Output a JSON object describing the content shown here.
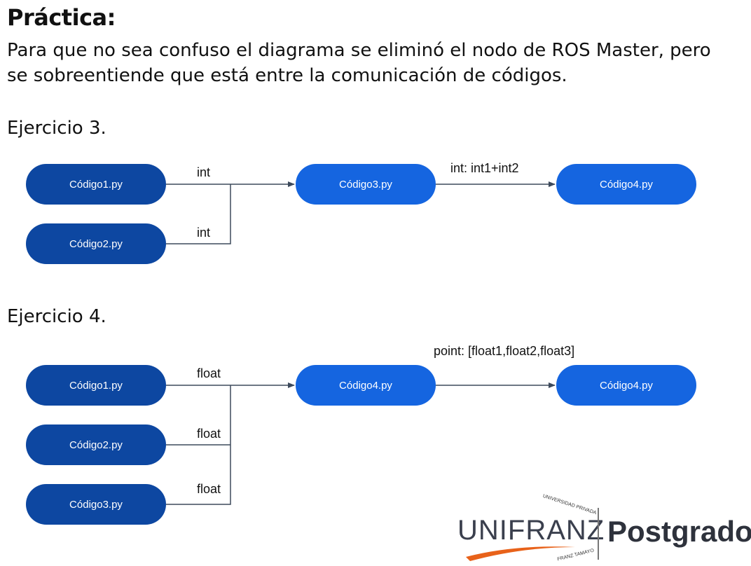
{
  "header": {
    "title": "Práctica:",
    "intro_line1": "Para que no sea confuso el diagrama se eliminó el nodo de ROS Master, pero",
    "intro_line2": "se sobreentiende que está entre la comunicación de códigos."
  },
  "exercise3": {
    "heading": "Ejercicio 3.",
    "nodes": [
      "Código1.py",
      "Código2.py",
      "Código3.py",
      "Código4.py"
    ],
    "edge_labels": {
      "from_code1": "int",
      "from_code2": "int",
      "to_code4": "int: int1+int2"
    }
  },
  "exercise4": {
    "heading": "Ejercicio 4.",
    "nodes": [
      "Código1.py",
      "Código2.py",
      "Código3.py",
      "Código4.py",
      "Código4.py"
    ],
    "edge_labels": {
      "from_code1": "float",
      "from_code2": "float",
      "from_code3": "float",
      "to_final": "point: [float1,float2,float3]"
    }
  },
  "footer": {
    "logo_text": "UNIFRANZ",
    "logo_arc_top": "UNIVERSIDAD PRIVADA",
    "logo_arc_bottom": "FRANZ TAMAYO",
    "section_label": "Postgrado",
    "colors": {
      "swoosh": "#e8621a",
      "separator": "#777777"
    }
  },
  "colors": {
    "node_dark": "#0d47a1",
    "node_bright": "#1565e0",
    "wire": "#3d4a5c"
  }
}
